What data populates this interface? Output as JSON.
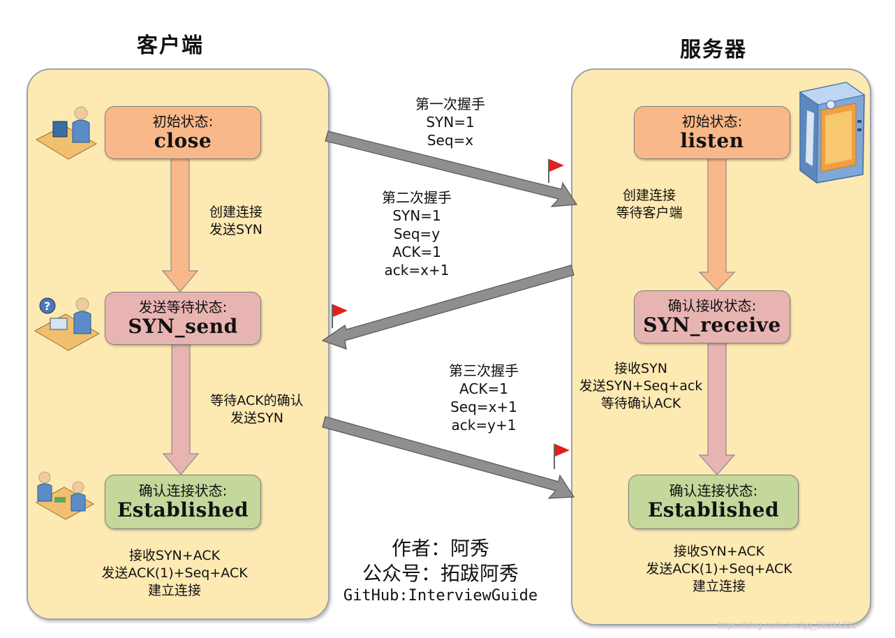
{
  "client": {
    "title": "客户端",
    "states": [
      {
        "label": "初始状态:",
        "value": "close"
      },
      {
        "label": "发送等待状态:",
        "value": "SYN_send"
      },
      {
        "label": "确认连接状态:",
        "value": "Established"
      }
    ],
    "transition1": [
      "创建连接",
      "发送SYN"
    ],
    "transition2": [
      "等待ACK的确认",
      "发送SYN"
    ],
    "final_note": [
      "接收SYN+ACK",
      "发送ACK(1)+Seq+ACK",
      "建立连接"
    ]
  },
  "server": {
    "title": "服务器",
    "states": [
      {
        "label": "初始状态:",
        "value": "listen"
      },
      {
        "label": "确认接收状态:",
        "value": "SYN_receive"
      },
      {
        "label": "确认连接状态:",
        "value": "Established"
      }
    ],
    "transition1": [
      "创建连接",
      "等待客户端"
    ],
    "transition2": [
      "接收SYN",
      "发送SYN+Seq+ack",
      "等待确认ACK"
    ],
    "final_note": [
      "接收SYN+ACK",
      "发送ACK(1)+Seq+ACK",
      "建立连接"
    ]
  },
  "handshakes": [
    {
      "title": "第一次握手",
      "lines": [
        "SYN=1",
        "Seq=x"
      ]
    },
    {
      "title": "第二次握手",
      "lines": [
        "SYN=1",
        "Seq=y",
        "ACK=1",
        "ack=x+1"
      ]
    },
    {
      "title": "第三次握手",
      "lines": [
        "ACK=1",
        "Seq=x+1",
        "ack=y+1"
      ]
    }
  ],
  "credits": {
    "author": "作者：阿秀",
    "account": "公众号：拓跋阿秀",
    "github": "GitHub:InterviewGuide"
  },
  "watermark": "https://blog.csdn.net/qq_38031221",
  "colors": {
    "panel": "#fde9b2",
    "initial_state": "#f9b88a",
    "waiting_state": "#e8b4b2",
    "established_state": "#c4d89c",
    "flag": "#e0201b",
    "arrow": "#8f8f8f"
  }
}
